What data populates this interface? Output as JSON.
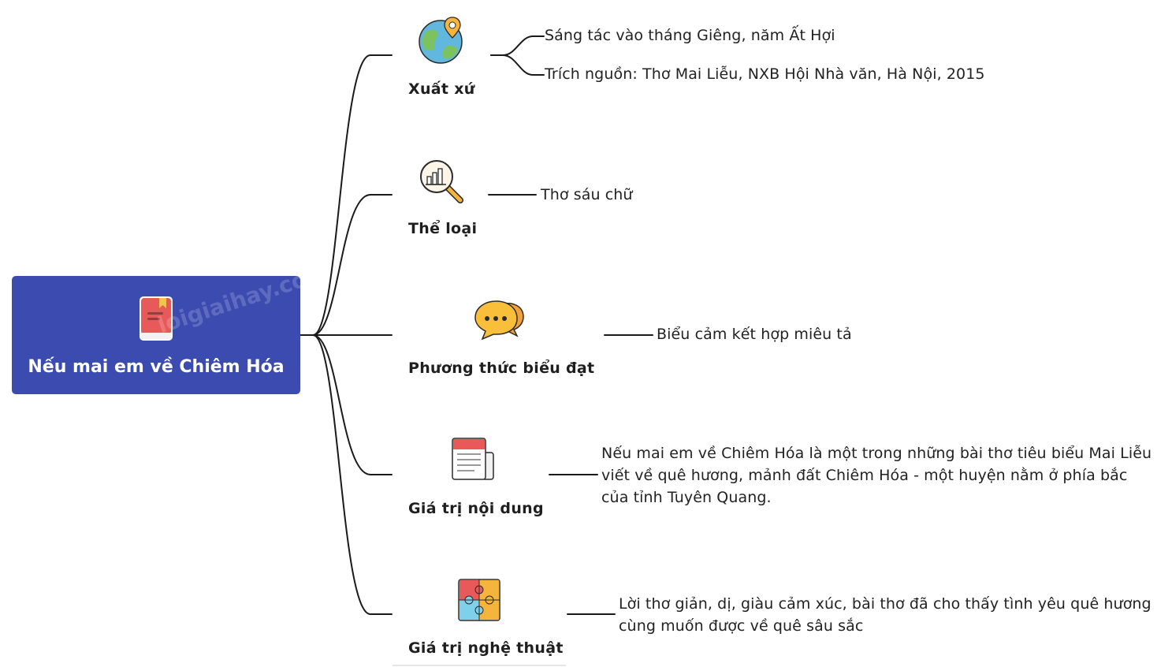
{
  "root": {
    "title": "Nếu mai em về Chiêm Hóa",
    "icon": "book-icon",
    "color": "#3b4bb0",
    "watermark": "loigiaihay.com"
  },
  "branches": [
    {
      "title": "Xuất xứ",
      "icon": "globe-location-icon",
      "leaves": [
        "Sáng tác vào tháng Giêng, năm Ất Hợi",
        "Trích nguồn: Thơ Mai Liễu, NXB Hội Nhà văn, Hà Nội, 2015"
      ]
    },
    {
      "title": "Thể loại",
      "icon": "magnifier-chart-icon",
      "leaves": [
        "Thơ sáu chữ"
      ]
    },
    {
      "title": "Phương thức biểu đạt",
      "icon": "speech-bubbles-icon",
      "leaves": [
        "Biểu cảm kết hợp miêu tả"
      ]
    },
    {
      "title": "Giá trị nội dung",
      "icon": "document-icon",
      "leaves": [
        "Nếu mai em về Chiêm Hóa là một trong những bài thơ tiêu biểu Mai Liễu viết về quê hương, mảnh đất Chiêm Hóa - một huyện nằm ở phía bắc của tỉnh Tuyên Quang."
      ]
    },
    {
      "title": "Giá trị nghệ thuật",
      "icon": "puzzle-icon",
      "leaves": [
        "Lời thơ giản, dị, giàu cảm xúc, bài thơ đã cho thấy tình yêu quê hương cùng muốn được về quê sâu sắc"
      ]
    }
  ]
}
